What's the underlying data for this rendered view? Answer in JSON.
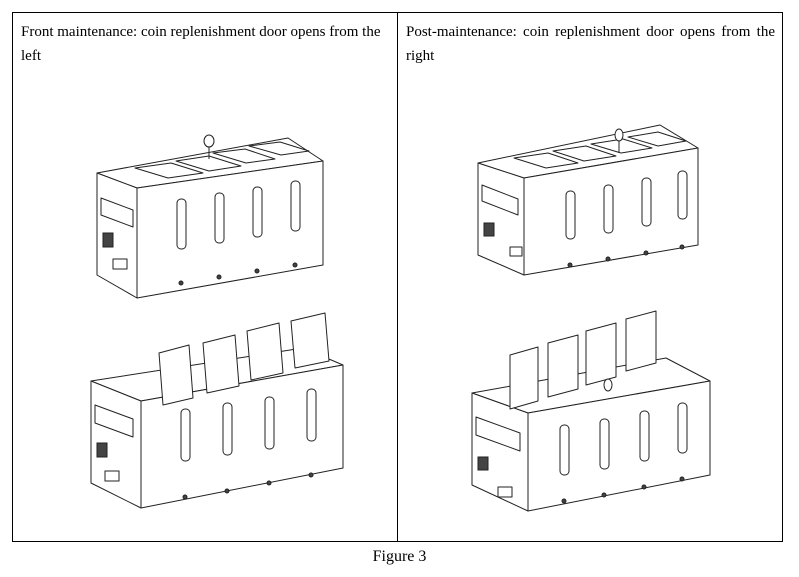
{
  "panels": {
    "left": {
      "caption": "Front maintenance: coin replenishment door opens from the left",
      "drawings": [
        "closed-unit",
        "doors-open-unit"
      ]
    },
    "right": {
      "caption": "Post-maintenance: coin replenishment door opens from the right",
      "drawings": [
        "closed-unit",
        "doors-open-unit"
      ]
    }
  },
  "figure_caption": "Figure 3",
  "colors": {
    "line": "#222222",
    "background": "#ffffff"
  }
}
